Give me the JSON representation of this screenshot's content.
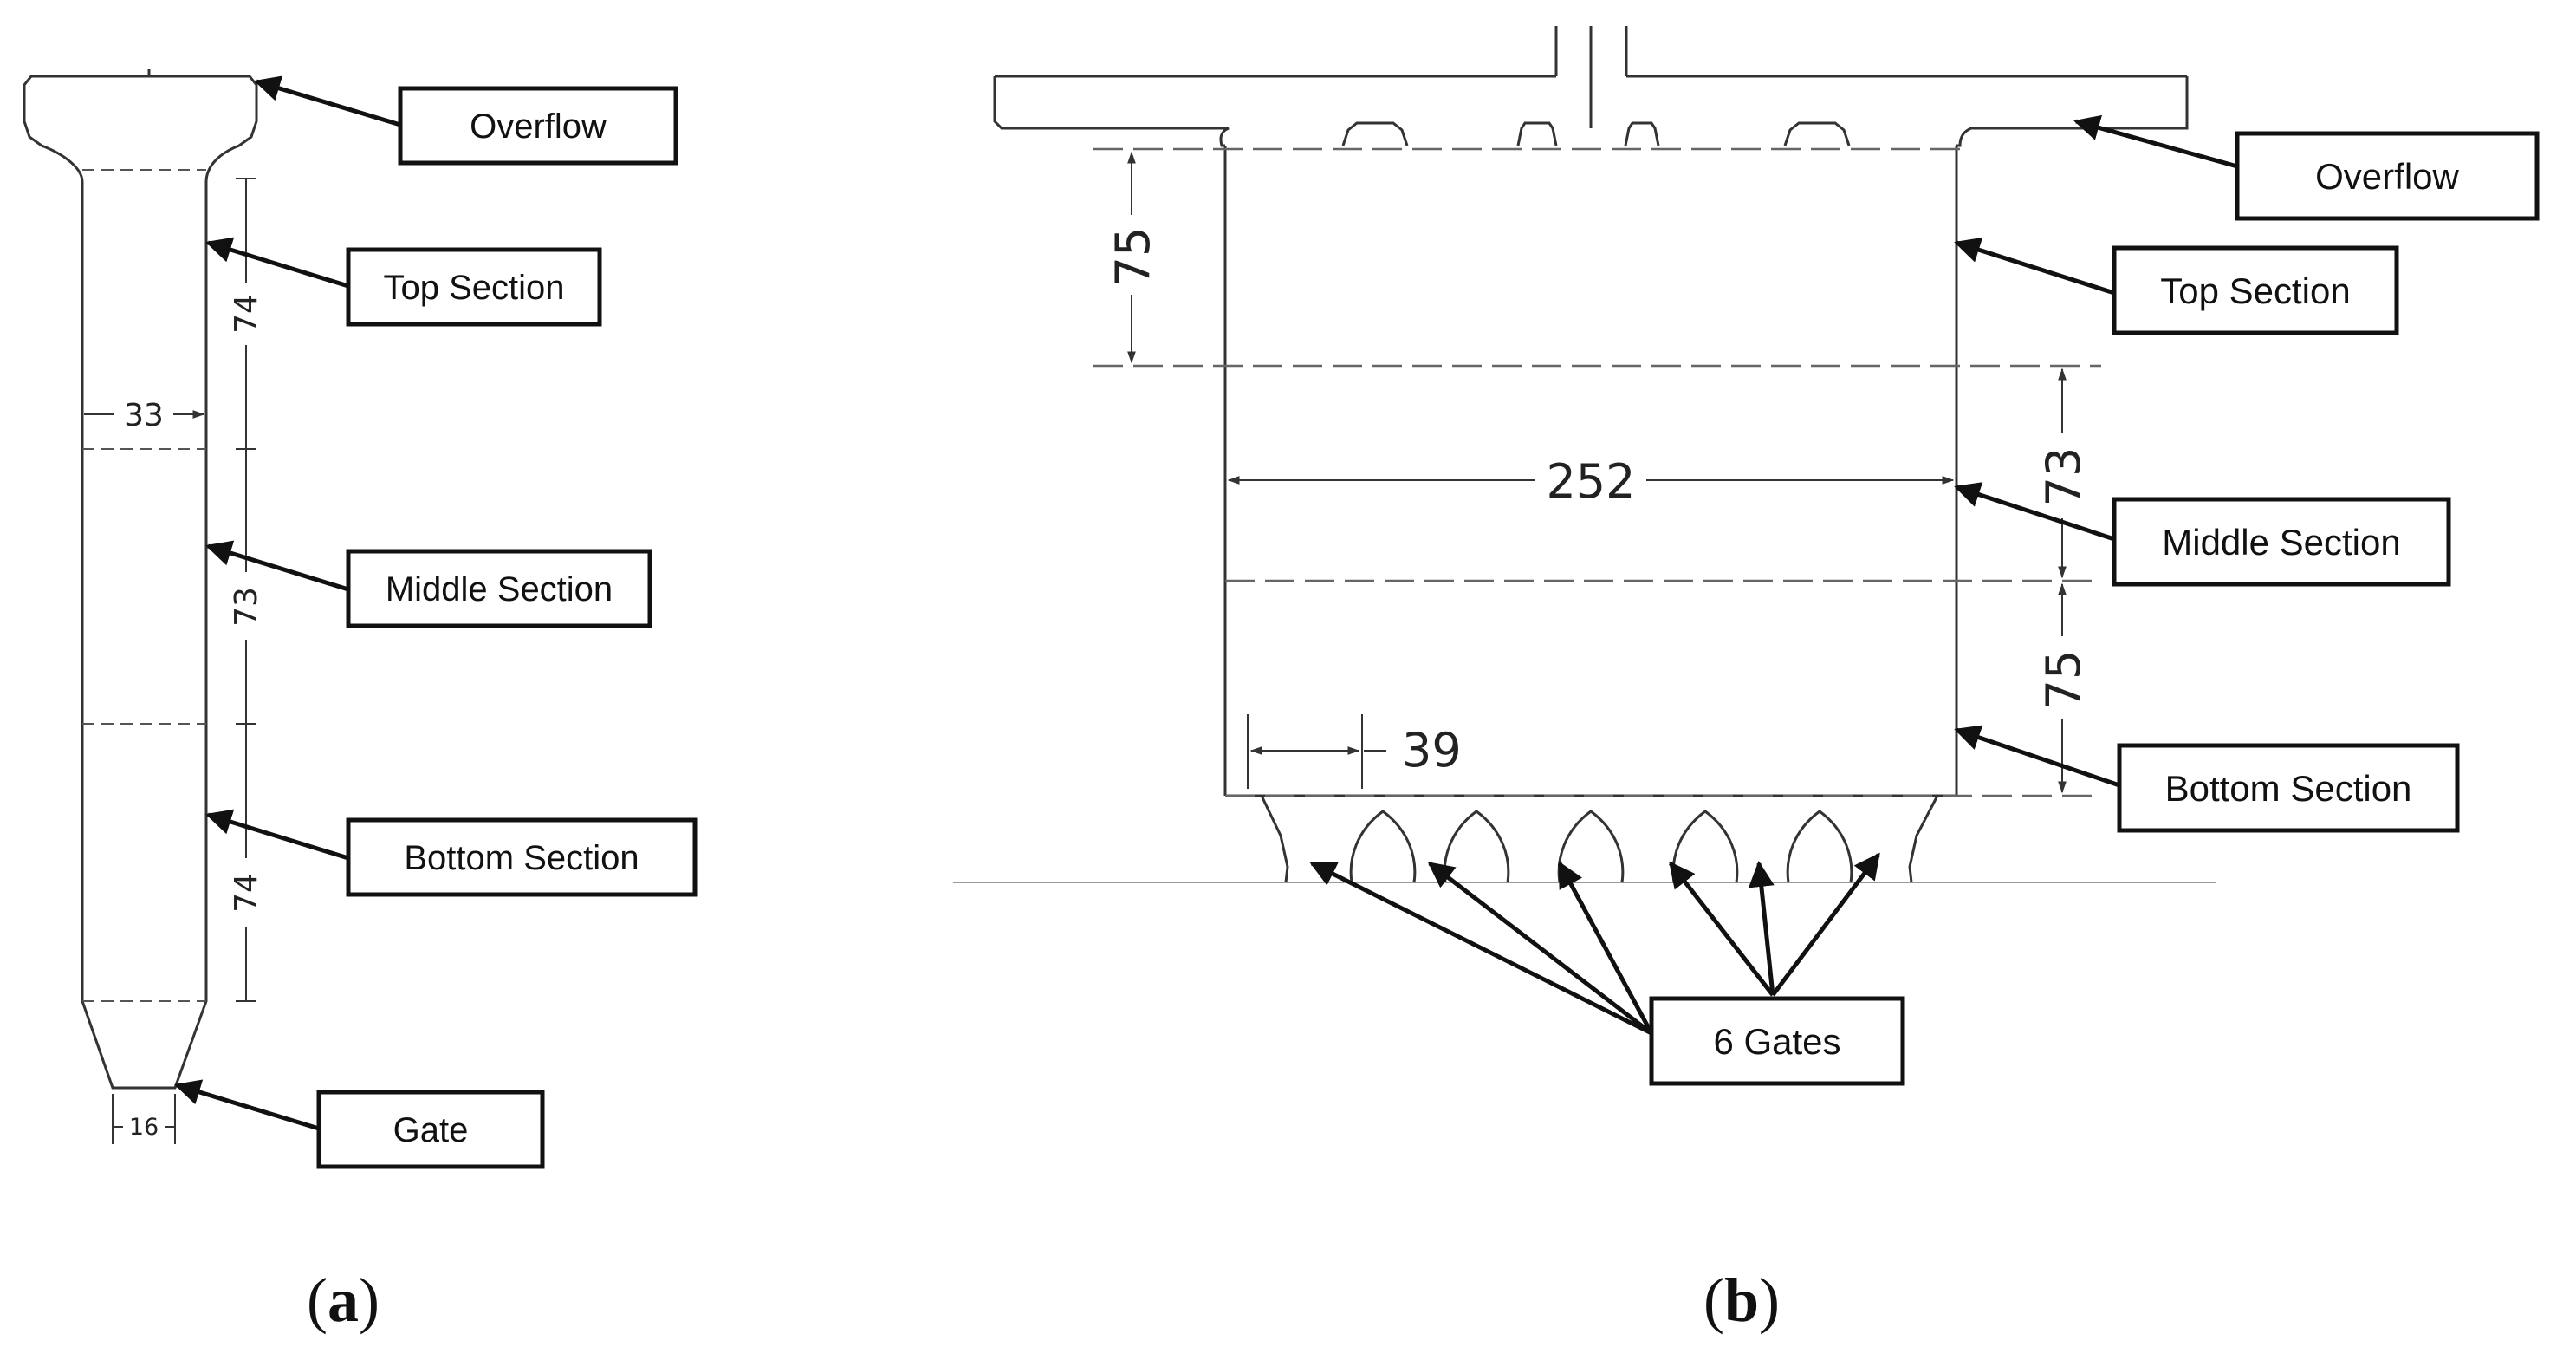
{
  "panel_a": {
    "caption": "(a)",
    "labels": {
      "overflow": "Overflow",
      "top": "Top Section",
      "middle": "Middle Section",
      "bottom": "Bottom Section",
      "gate": "Gate"
    },
    "dimensions": {
      "width": "33",
      "top_height": "74",
      "middle_height": "73",
      "bottom_height": "74",
      "gate_width": "16"
    }
  },
  "panel_b": {
    "caption": "(b)",
    "labels": {
      "overflow": "Overflow",
      "top": "Top Section",
      "middle": "Middle Section",
      "bottom": "Bottom Section",
      "gates": "6 Gates"
    },
    "dimensions": {
      "top_height": "75",
      "width": "252",
      "middle_height": "73",
      "bottom_height": "75",
      "gate_spacing": "39"
    }
  }
}
